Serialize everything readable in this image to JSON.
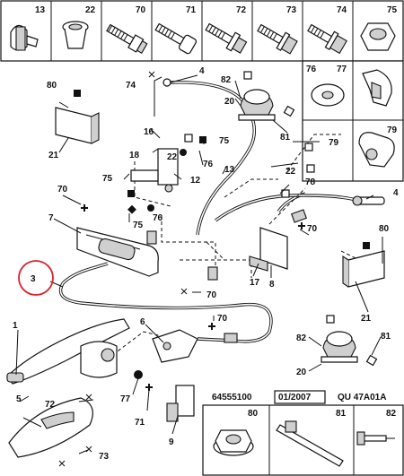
{
  "header_parts": [
    {
      "id": "13"
    },
    {
      "id": "22"
    },
    {
      "id": "70"
    },
    {
      "id": "71"
    },
    {
      "id": "72"
    },
    {
      "id": "73"
    },
    {
      "id": "74"
    },
    {
      "id": "75"
    }
  ],
  "right_parts": [
    {
      "id": "76"
    },
    {
      "id": "77"
    },
    {
      "id": "79"
    }
  ],
  "callouts": {
    "l1": "1",
    "l3": "3",
    "l4a": "4",
    "l4b": "4",
    "l5": "5",
    "l6": "6",
    "l7": "7",
    "l8": "8",
    "l9": "9",
    "l12": "12",
    "l13": "13",
    "l16": "16",
    "l17": "17",
    "l18": "18",
    "l20a": "20",
    "l20b": "20",
    "l21a": "21",
    "l21b": "21",
    "l22a": "22",
    "l22b": "22",
    "l70a": "70",
    "l70b": "70",
    "l70c": "70",
    "l70d": "70",
    "l70e": "70",
    "l71": "71",
    "l72": "72",
    "l73": "73",
    "l74": "74",
    "l75a": "75",
    "l75b": "75",
    "l75c": "75",
    "l76a": "76",
    "l76b": "76",
    "l77": "77",
    "l78": "78",
    "l79": "79",
    "l80a": "80",
    "l80b": "80",
    "l81a": "81",
    "l81b": "81",
    "l82a": "82",
    "l82b": "82"
  },
  "footer": {
    "ref": "64555100",
    "date": "01/2007",
    "code": "QU 47A01A"
  },
  "bottom_parts": [
    {
      "id": "80"
    },
    {
      "id": "81"
    },
    {
      "id": "82"
    }
  ],
  "highlight": {
    "target": "3",
    "color": "#d9232e"
  }
}
